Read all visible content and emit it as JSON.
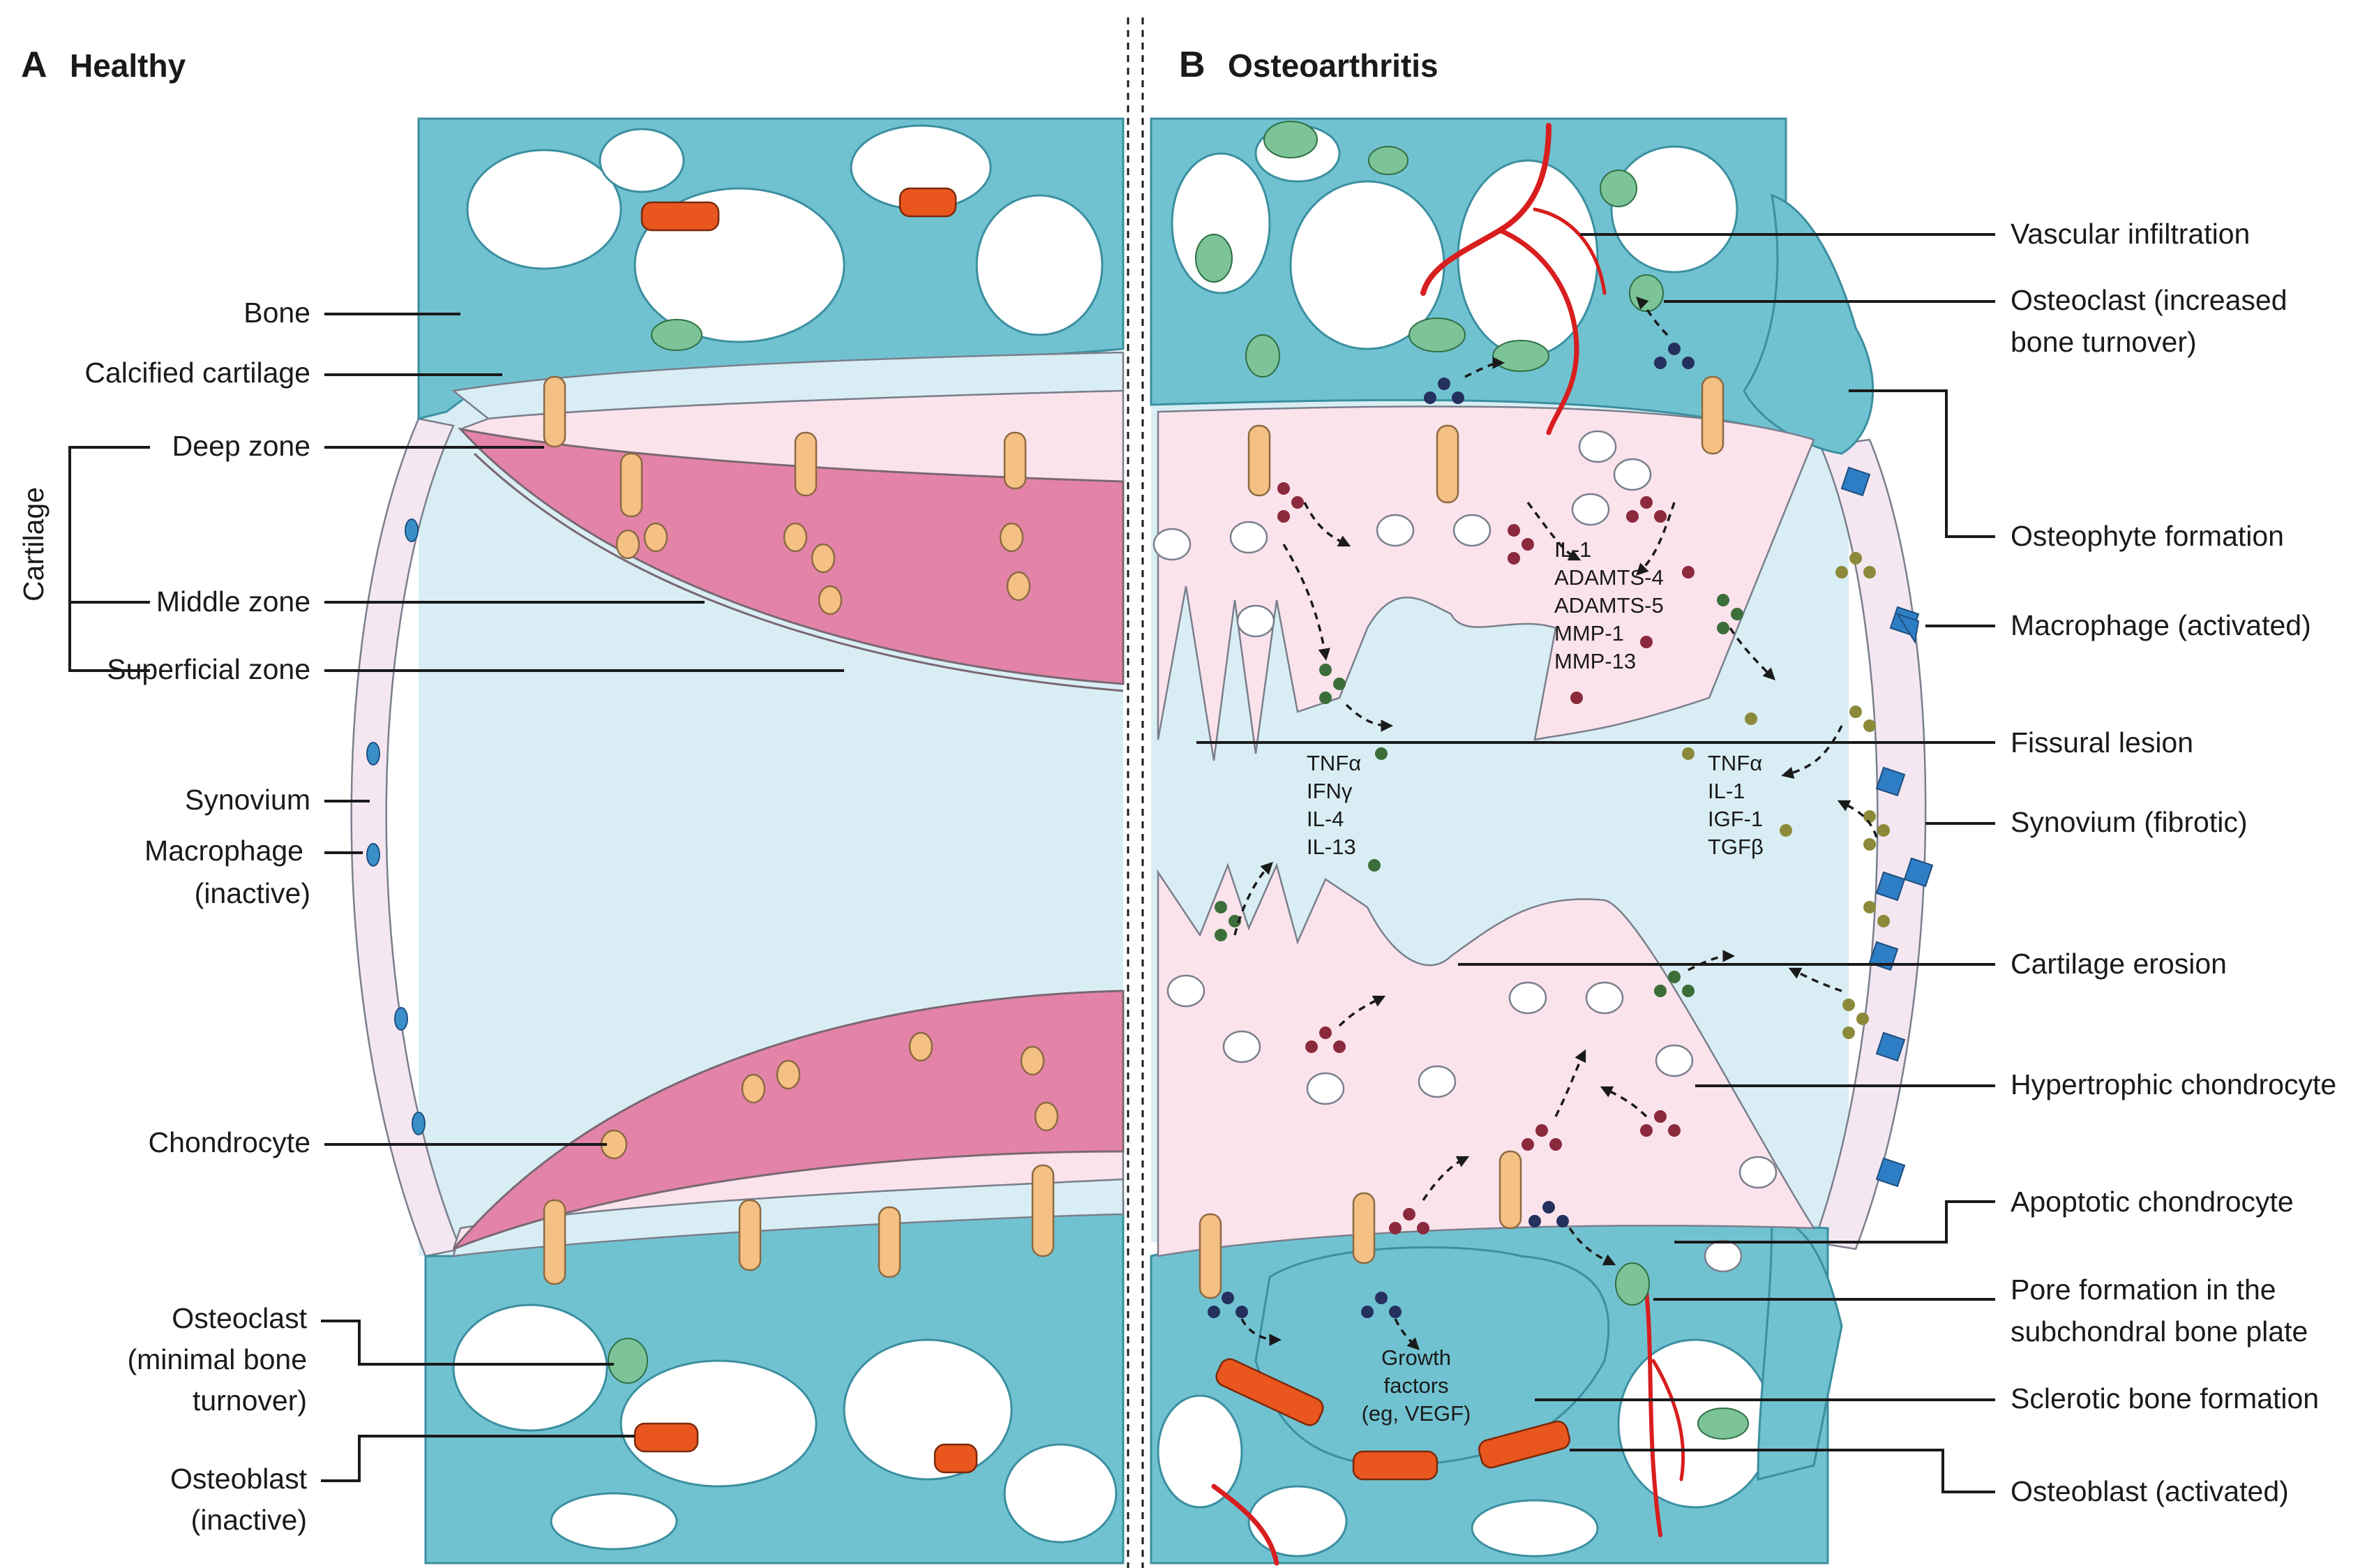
{
  "panels": {
    "a": {
      "letter": "A",
      "title": "Healthy"
    },
    "b": {
      "letter": "B",
      "title": "Osteoarthritis"
    }
  },
  "left_labels": {
    "bone": "Bone",
    "calcified_cartilage": "Calcified cartilage",
    "cartilage_group": "Cartilage",
    "deep_zone": "Deep zone",
    "middle_zone": "Middle zone",
    "superficial_zone": "Superficial zone",
    "synovium": "Synovium",
    "macrophage_line1": "Macrophage",
    "macrophage_line2": "(inactive)",
    "chondrocyte": "Chondrocyte",
    "osteoclast_line1": "Osteoclast",
    "osteoclast_line2": "(minimal bone",
    "osteoclast_line3": "turnover)",
    "osteoblast_line1": "Osteoblast",
    "osteoblast_line2": "(inactive)"
  },
  "right_labels": {
    "vascular_infiltration": "Vascular infiltration",
    "osteoclast_line1": "Osteoclast (increased",
    "osteoclast_line2": "bone turnover)",
    "osteophyte": "Osteophyte formation",
    "macrophage": "Macrophage (activated)",
    "fissural_lesion": "Fissural lesion",
    "synovium": "Synovium (fibrotic)",
    "cartilage_erosion": "Cartilage erosion",
    "hypertrophic": "Hypertrophic chondrocyte",
    "apoptotic": "Apoptotic chondrocyte",
    "pore_line1": "Pore formation in the",
    "pore_line2": "subchondral bone plate",
    "sclerotic": "Sclerotic bone formation",
    "osteoblast": "Osteoblast (activated)"
  },
  "molecules": {
    "enzymes": [
      "IL-1",
      "ADAMTS-4",
      "ADAMTS-5",
      "MMP-1",
      "MMP-13"
    ],
    "cytokines_left": [
      "TNFα",
      "IFNγ",
      "IL-4",
      "IL-13"
    ],
    "cytokines_right": [
      "TNFα",
      "IL-1",
      "IGF-1",
      "TGFβ"
    ],
    "growth_factors": [
      "Growth",
      "factors",
      "(eg, VEGF)"
    ]
  },
  "colors": {
    "bone": "#71c2d1",
    "calcified_cartilage": "#d9eef4",
    "cartilage": "#fbe3ec",
    "middle_zone": "#e483a8",
    "chondrocyte": "#f5c083",
    "osteoblast": "#e9561e",
    "osteoclast": "#7cc497",
    "macrophage": "#2e7ec5",
    "vessel": "#d81e1e",
    "enzyme_molecule": "#8b2a3c",
    "cytokine_molecule": "#3c6e3a",
    "synovial_molecule": "#8c8a3a",
    "growth_factor_molecule": "#24305e"
  }
}
